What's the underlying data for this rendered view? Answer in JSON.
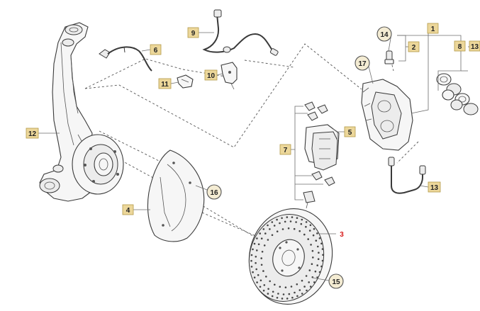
{
  "callouts": [
    {
      "id": "1",
      "label": "1",
      "style": "box",
      "highlight": false
    },
    {
      "id": "2",
      "label": "2",
      "style": "box",
      "highlight": false
    },
    {
      "id": "3",
      "label": "3",
      "style": "plain",
      "highlight": true
    },
    {
      "id": "4",
      "label": "4",
      "style": "box",
      "highlight": false
    },
    {
      "id": "5",
      "label": "5",
      "style": "box",
      "highlight": false
    },
    {
      "id": "6",
      "label": "6",
      "style": "box",
      "highlight": false
    },
    {
      "id": "7",
      "label": "7",
      "style": "box",
      "highlight": false
    },
    {
      "id": "8",
      "label": "8",
      "style": "box",
      "highlight": false
    },
    {
      "id": "9",
      "label": "9",
      "style": "box",
      "highlight": false
    },
    {
      "id": "10",
      "label": "10",
      "style": "box",
      "highlight": false
    },
    {
      "id": "11",
      "label": "11",
      "style": "box",
      "highlight": false
    },
    {
      "id": "12",
      "label": "12",
      "style": "box",
      "highlight": false
    },
    {
      "id": "13a",
      "label": "13",
      "style": "box",
      "highlight": false
    },
    {
      "id": "13b",
      "label": "13",
      "style": "box",
      "highlight": false
    },
    {
      "id": "14",
      "label": "14",
      "style": "circle",
      "highlight": false
    },
    {
      "id": "15",
      "label": "15",
      "style": "circle",
      "highlight": false
    },
    {
      "id": "16",
      "label": "16",
      "style": "circle",
      "highlight": false
    },
    {
      "id": "17",
      "label": "17",
      "style": "circle",
      "highlight": false
    }
  ],
  "colors": {
    "tag_fill": "#ecd79a",
    "tag_stroke": "#b39a48",
    "highlight_text": "#d81b1b",
    "circle_fill": "#f4ecd3",
    "line": "#3a3a3a"
  },
  "parts": [
    "steering-knuckle",
    "wheel-hub",
    "brake-disc",
    "dust-shield",
    "brake-caliper",
    "brake-pads",
    "pad-clips",
    "abs-sensor",
    "sensor-cable",
    "cable-bracket",
    "brake-hose",
    "brake-pipe",
    "caliper-pistons",
    "bleed-valve"
  ]
}
